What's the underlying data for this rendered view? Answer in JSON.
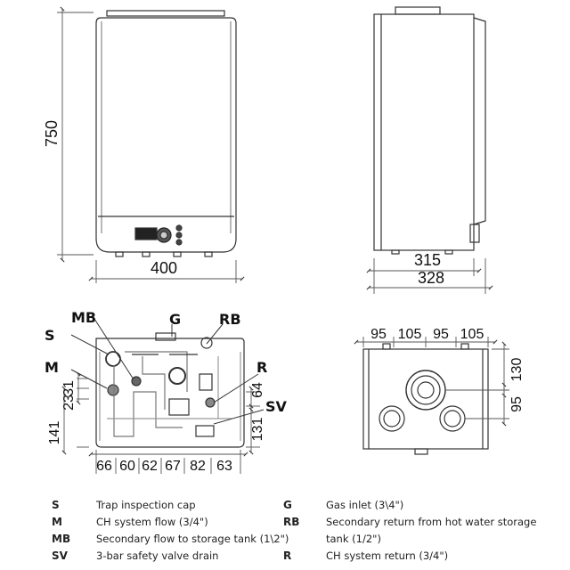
{
  "dimensions": {
    "front_height": "750",
    "front_width": "400",
    "side_depth_a": "315",
    "side_depth_b": "328",
    "bottom_left_heights": [
      "31",
      "23",
      "141"
    ],
    "bottom_right_heights": [
      "64",
      "131"
    ],
    "bottom_spacings": [
      "66",
      "60",
      "62",
      "67",
      "82",
      "63"
    ],
    "top_view_spacings": [
      "95",
      "105",
      "95",
      "105"
    ],
    "top_view_heights": [
      "130",
      "95"
    ]
  },
  "labels": {
    "S": "S",
    "M": "M",
    "MB": "MB",
    "G": "G",
    "RB": "RB",
    "R": "R",
    "SV": "SV"
  },
  "legend": {
    "left": [
      {
        "code": "S",
        "text": "Trap inspection cap"
      },
      {
        "code": "M",
        "text": "CH system flow (3/4\")"
      },
      {
        "code": "MB",
        "text": "Secondary flow to storage tank (1\\2\")"
      },
      {
        "code": "SV",
        "text": "3-bar safety valve drain"
      }
    ],
    "right": [
      {
        "code": "G",
        "text": "Gas inlet (3\\4\")"
      },
      {
        "code": "RB",
        "text": "Secondary return from hot water storage"
      },
      {
        "code": "",
        "text": "tank (1/2\")"
      },
      {
        "code": "R",
        "text": "CH system return (3/4\")"
      }
    ]
  },
  "colors": {
    "line": "#333333",
    "light": "#777777"
  }
}
